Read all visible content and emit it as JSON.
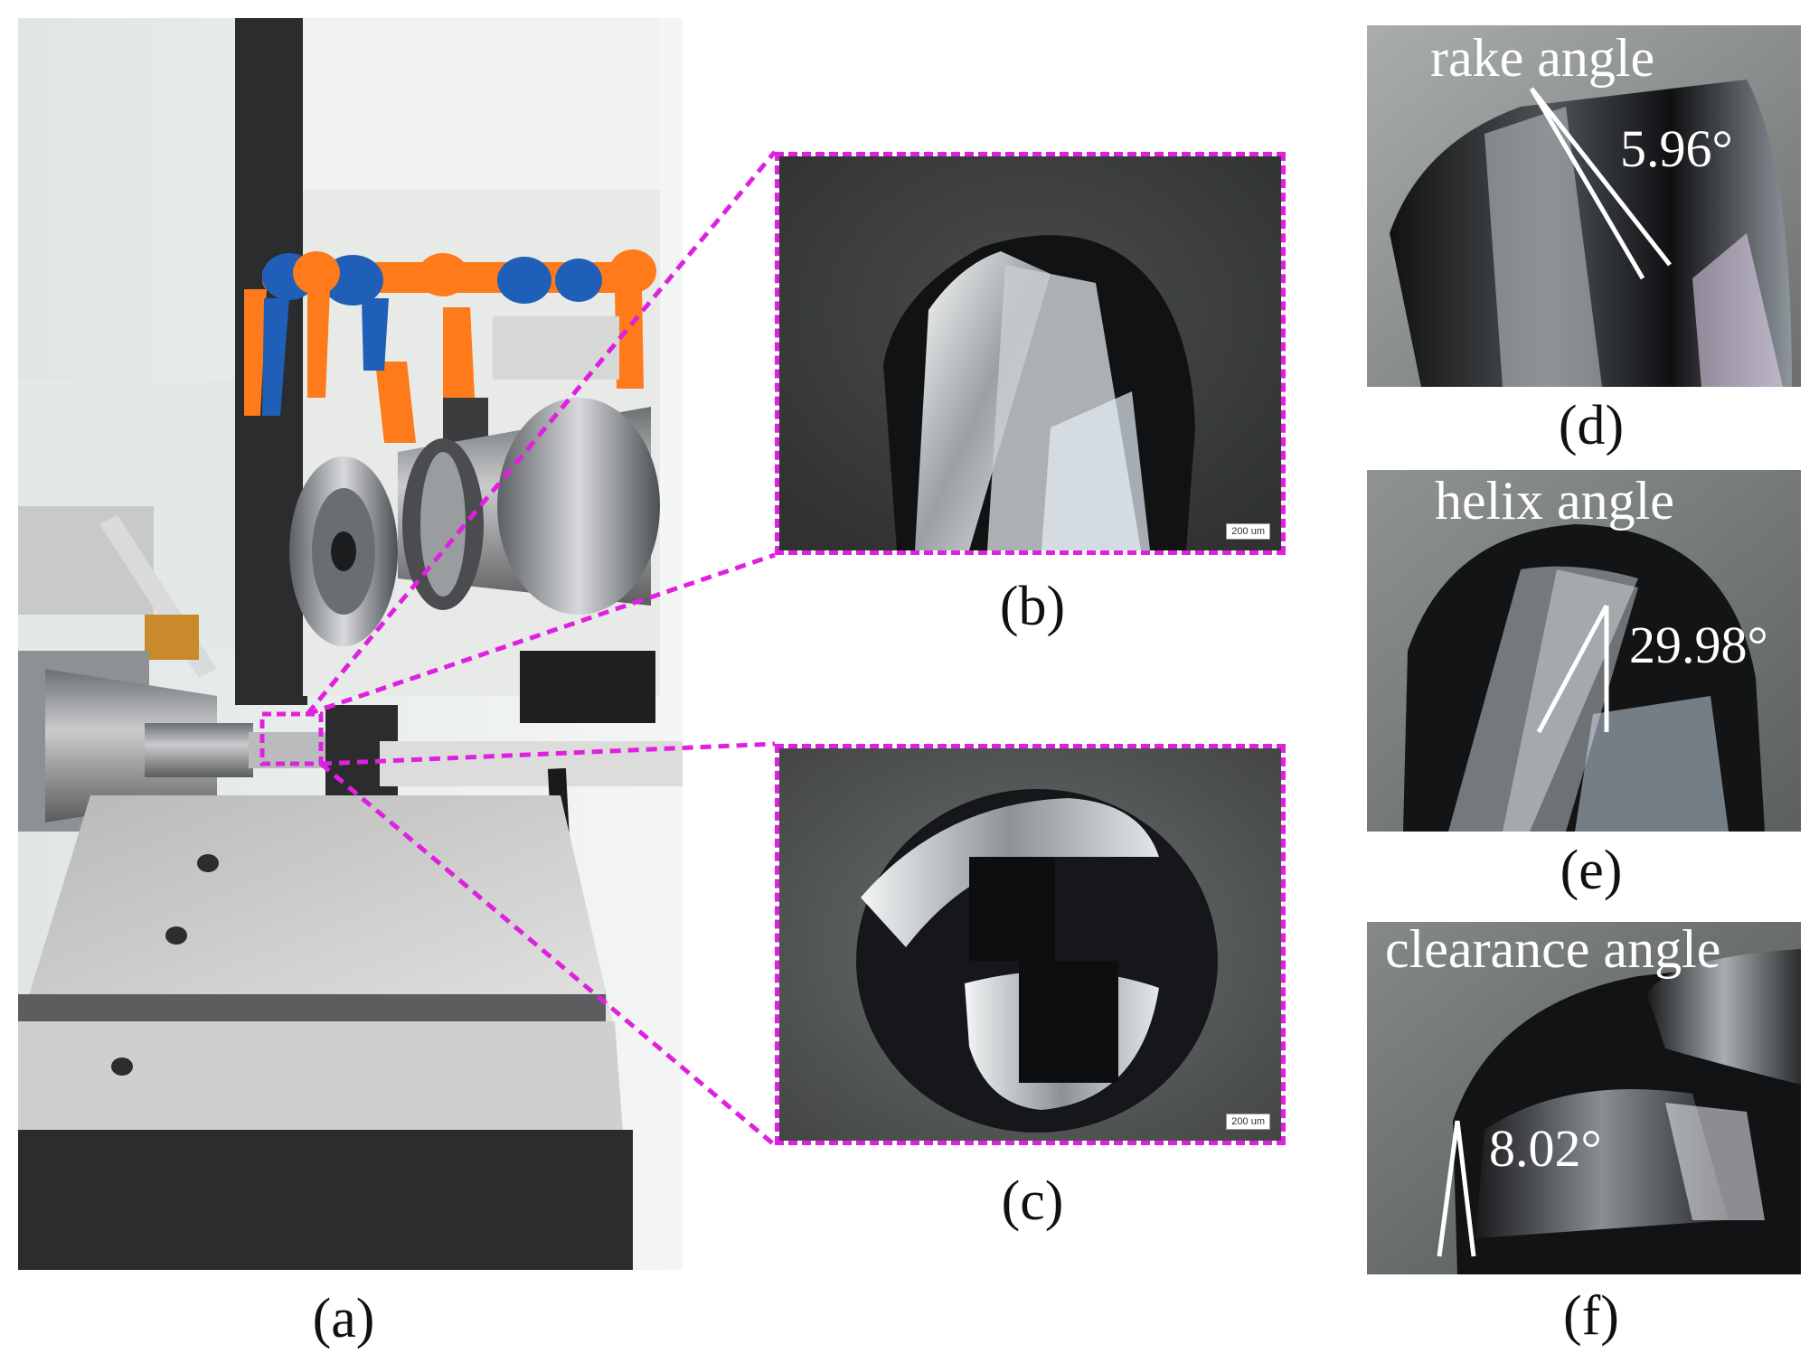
{
  "figure": {
    "captions": {
      "a": "(a)",
      "b": "(b)",
      "c": "(c)",
      "d": "(d)",
      "e": "(e)",
      "f": "(f)"
    },
    "panel_b": {
      "scale_bar": "200 um"
    },
    "panel_c": {
      "scale_bar": "200 um"
    },
    "panel_d": {
      "label": "rake angle",
      "value": "5.96°"
    },
    "panel_e": {
      "label": "helix  angle",
      "value": "29.98°"
    },
    "panel_f": {
      "label": "clearance angle",
      "value": "8.02°"
    }
  },
  "colors": {
    "callout": "#e020e0",
    "caption_text": "#111111",
    "overlay_text": "#ffffff",
    "nozzle_orange": "#ff7a1a",
    "nozzle_blue": "#1f5fb8"
  }
}
